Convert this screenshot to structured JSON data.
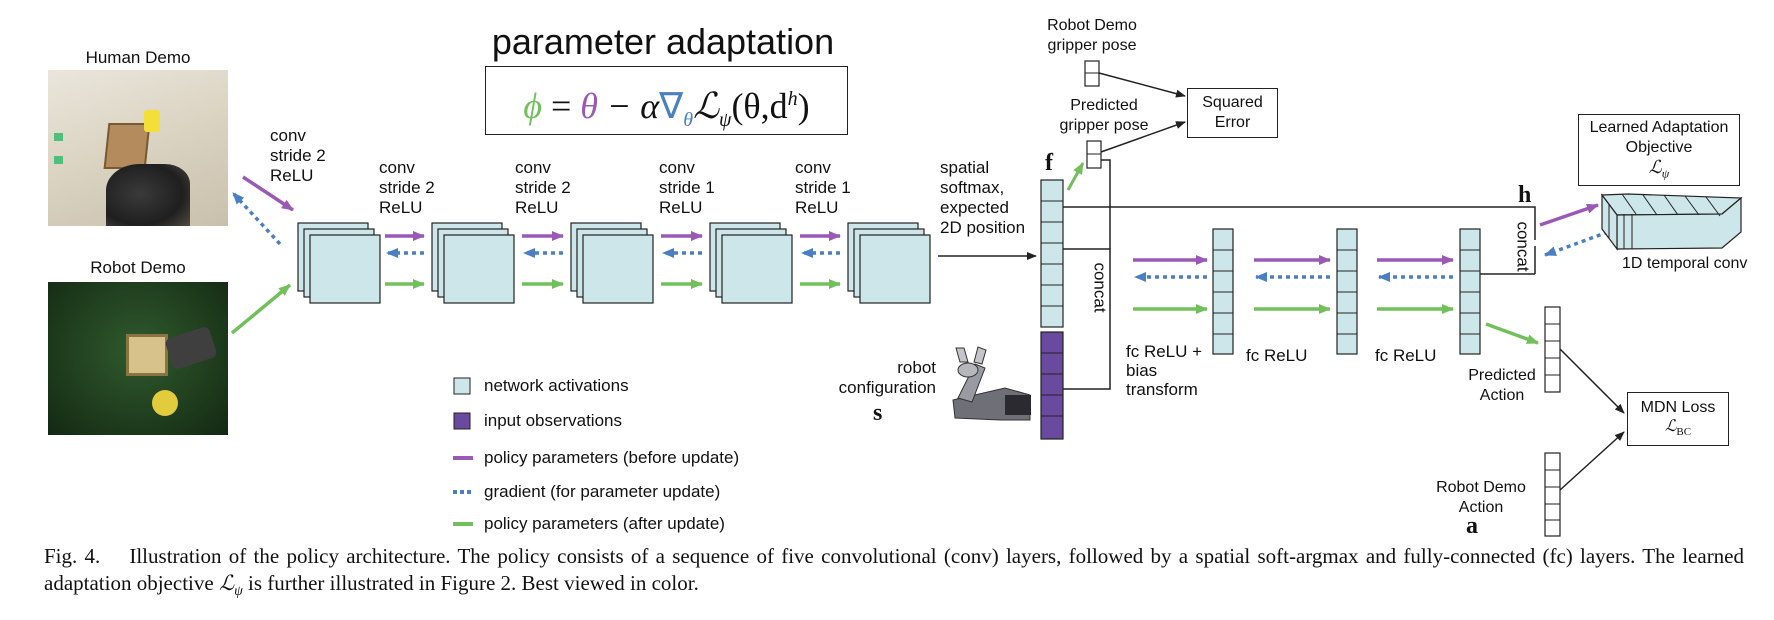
{
  "colors": {
    "activation": "#cde6ea",
    "input_obs": "#6a4a9e",
    "before_update": "#9b59b6",
    "gradient": "#4a7fc1",
    "after_update": "#72c05c",
    "stroke": "#222222"
  },
  "inputs": {
    "human_demo": "Human Demo",
    "robot_demo": "Robot Demo"
  },
  "title": {
    "text": "parameter adaptation",
    "eq_phi": "ϕ",
    "eq_eq": " = ",
    "eq_theta": "θ",
    "eq_minus_alpha": " − α",
    "eq_nabla": "∇",
    "eq_nabla_sub": "θ",
    "eq_loss": "ℒ",
    "eq_psi": "ψ",
    "eq_args": "(θ,d",
    "eq_h": "h",
    "eq_close": ")"
  },
  "conv_layers": [
    {
      "label": "conv\nstride 2\nReLU"
    },
    {
      "label": "conv\nstride 2\nReLU"
    },
    {
      "label": "conv\nstride 2\nReLU"
    },
    {
      "label": "conv\nstride 1\nReLU"
    },
    {
      "label": "conv\nstride 1\nReLU"
    }
  ],
  "spatial_softmax": "spatial\nsoftmax,\nexpected\n2D position",
  "feature_symbol": "f",
  "concat_left": "concat",
  "concat_right": "concat",
  "hidden_symbol": "h",
  "robot_config": {
    "label": "robot\nconfiguration",
    "symbol": "s"
  },
  "fc_layers": [
    {
      "label": "fc ReLU +\nbias\ntransform"
    },
    {
      "label": "fc ReLU"
    },
    {
      "label": "fc ReLU"
    }
  ],
  "gripper": {
    "robot_demo_pose": "Robot Demo\ngripper pose",
    "predicted_pose": "Predicted\ngripper pose",
    "squared_error": "Squared\nError"
  },
  "adaptation_objective": {
    "label": "Learned Adaptation\nObjective",
    "loss_symbol": "ℒ",
    "loss_sub": "ψ",
    "temporal_conv": "1D temporal conv"
  },
  "action": {
    "predicted": "Predicted\nAction",
    "robot_demo": "Robot Demo\nAction",
    "symbol": "a",
    "mdn_loss": "MDN Loss",
    "bc_symbol": "ℒ",
    "bc_sub": "BC"
  },
  "legend": [
    {
      "label": "network activations",
      "kind": "square",
      "color": "#cde6ea"
    },
    {
      "label": "input observations",
      "kind": "square",
      "color": "#6a4a9e"
    },
    {
      "label": "policy parameters (before update)",
      "kind": "solid",
      "color": "#9b59b6"
    },
    {
      "label": "gradient (for parameter update)",
      "kind": "dotted",
      "color": "#4a7fc1"
    },
    {
      "label": "policy parameters (after update)",
      "kind": "solid",
      "color": "#72c05c"
    }
  ],
  "caption": {
    "prefix": "Fig. 4.",
    "text1": "Illustration of the policy architecture. The policy consists of a sequence of five convolutional (conv) layers, followed by a spatial soft-argmax and fully-connected (fc) layers. The learned adaptation objective ",
    "sym": "ℒ",
    "sub": "ψ",
    "text2": " is further illustrated in Figure 2. Best viewed in color."
  }
}
